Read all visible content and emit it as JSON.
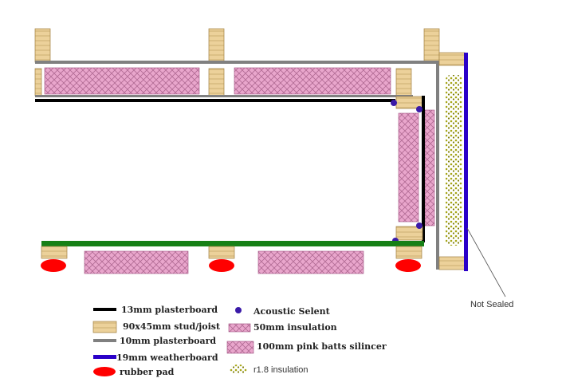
{
  "annotation": {
    "text": "Not Sealed"
  },
  "legend": [
    {
      "key": "plaster13",
      "text": "13mm plasterboard",
      "color": "#000000"
    },
    {
      "key": "stud",
      "text": "90x45mm stud/joist",
      "color": "#e8c98a"
    },
    {
      "key": "plaster10",
      "text": "10mm plasterboard",
      "color": "#808080"
    },
    {
      "key": "weatherboard",
      "text": "19mm weatherboard",
      "color": "#2a00c8"
    },
    {
      "key": "rubber",
      "text": "rubber pad",
      "color": "#ff0000"
    },
    {
      "key": "acoustic",
      "text": "Acoustic Selent",
      "color": "#3a1aa8"
    },
    {
      "key": "ins50",
      "text": "50mm insulation",
      "color": "#e9a6cc"
    },
    {
      "key": "ins100",
      "text": "100mm pink batts silincer",
      "color": "#e9a6cc"
    },
    {
      "key": "r18",
      "text": "r1.8 insulation",
      "color": "#9a9a10"
    }
  ],
  "colors": {
    "floor_board": "#168016",
    "plaster10": "#808080",
    "plaster13": "#000000",
    "stud": "#e8c98a",
    "stud_line": "#a08040",
    "insulation": "#e9a6cc",
    "weatherboard": "#2a00c8",
    "rubber": "#ff0000"
  }
}
